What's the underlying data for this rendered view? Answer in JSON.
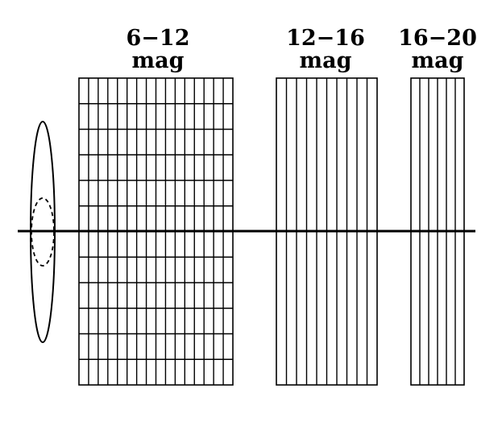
{
  "diagram": {
    "magnitude_bins": [
      {
        "range": "6−12",
        "unit": "mag",
        "columns": 16,
        "rows": 12
      },
      {
        "range": "12−16",
        "unit": "mag",
        "columns": 10,
        "rows": 1
      },
      {
        "range": "16−20",
        "unit": "mag",
        "columns": 6,
        "rows": 1
      }
    ],
    "line_color": "#000000",
    "background": "#ffffff"
  }
}
